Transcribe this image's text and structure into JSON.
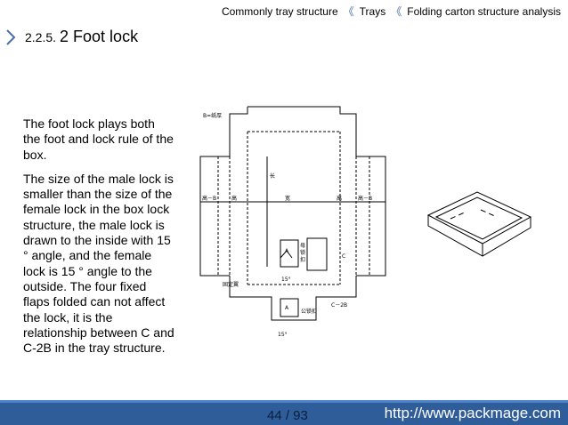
{
  "header": {
    "items": [
      "Commonly tray structure",
      "Trays",
      "Folding carton structure analysis"
    ],
    "separator": "《"
  },
  "section": {
    "number": "2.2.5.",
    "title": "2 Foot lock"
  },
  "body": {
    "paragraphs": [
      "The foot lock plays both the foot and lock rule of the box.",
      "The size of the male lock is smaller than the size of the female lock in the box lock structure, the male lock is drawn to the inside with 15 ° angle, and the female lock is 15 ° angle to the outside. The four fixed flaps folded can not affect the lock, it is the relationship between C and C-2B in the tray structure."
    ]
  },
  "diagram": {
    "labels": {
      "b_thickness": "B=纸厚",
      "length": "长",
      "height_minus_b_left": "高－B",
      "height_left": "高",
      "width": "宽",
      "height_right": "高",
      "height_minus_b_right": "高－B",
      "a_upper": "A",
      "female_lock": "母\n锁\n扣",
      "c": "C",
      "angle_upper": "15°",
      "fixed_flap": "固定翼",
      "a_lower": "A",
      "male_lock": "公锁扣",
      "c_minus_2b": "C－2B",
      "angle_lower": "15°"
    }
  },
  "footer": {
    "page": "44 / 93",
    "url": "http://www.packmage.com"
  },
  "colors": {
    "footer_bg": "#2f5d9a",
    "accent": "#4a6fa5"
  }
}
